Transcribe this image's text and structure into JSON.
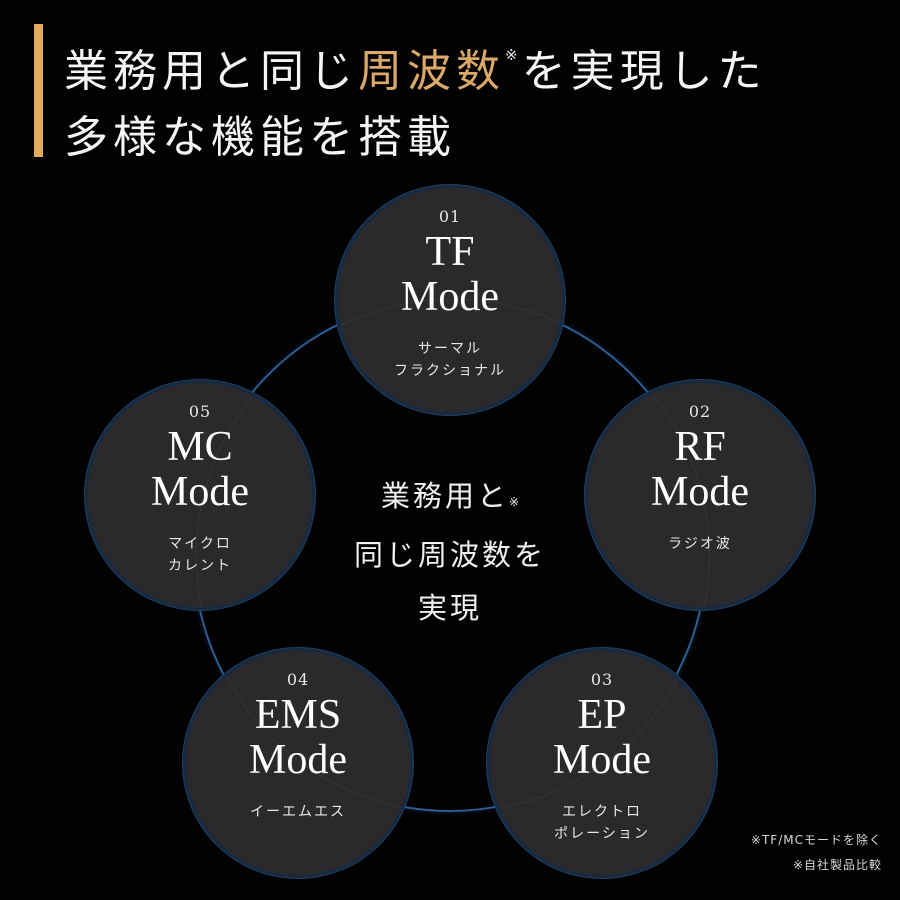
{
  "headline": {
    "line1_pre": "業務用と同じ",
    "line1_accent": "周波数",
    "line1_note": "※",
    "line1_post": "を実現した",
    "line2": "多様な機能を搭載"
  },
  "center": {
    "line1": "業務用と",
    "line1_note": "※",
    "line2": "同じ周波数を",
    "line3": "実現"
  },
  "modes": [
    {
      "num": "01",
      "title_top": "TF",
      "title_bottom": "Mode",
      "sub1": "サーマル",
      "sub2": "フラクショナル"
    },
    {
      "num": "02",
      "title_top": "RF",
      "title_bottom": "Mode",
      "sub1": "ラジオ波",
      "sub2": ""
    },
    {
      "num": "03",
      "title_top": "EP",
      "title_bottom": "Mode",
      "sub1": "エレクトロ",
      "sub2": "ポレーション"
    },
    {
      "num": "04",
      "title_top": "EMS",
      "title_bottom": "Mode",
      "sub1": "イーエムエス",
      "sub2": ""
    },
    {
      "num": "05",
      "title_top": "MC",
      "title_bottom": "Mode",
      "sub1": "マイクロ",
      "sub2": "カレント"
    }
  ],
  "footnotes": [
    "※TF/MCモードを除く",
    "※自社製品比較"
  ],
  "colors": {
    "accent": "#e1aa5c",
    "ring": "#2c5d92",
    "circle_fill": "#2b292b",
    "background": "#020203"
  }
}
